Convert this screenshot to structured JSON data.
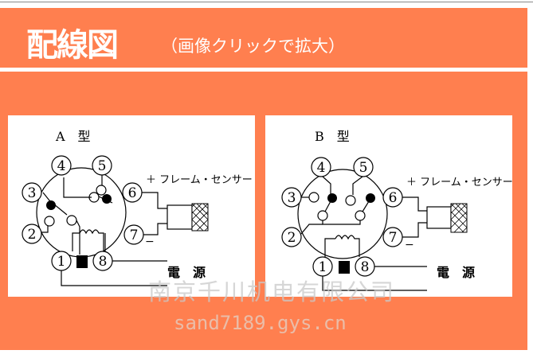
{
  "header": {
    "title": "配線図",
    "subtitle": "（画像クリックで拡大）"
  },
  "diagrams": [
    {
      "type_label": "A　型",
      "pins": [
        "1",
        "2",
        "3",
        "4",
        "5",
        "6",
        "7",
        "8"
      ],
      "sensor_label": "＋ フレーム・センサー",
      "minus": "−",
      "power_label": "電　源"
    },
    {
      "type_label": "B　型",
      "pins": [
        "1",
        "2",
        "3",
        "4",
        "5",
        "6",
        "7",
        "8"
      ],
      "sensor_label": "＋ フレーム・センサー",
      "minus": "−",
      "power_label": "電　源"
    }
  ],
  "watermark": {
    "company": "南京千川机电有限公司",
    "site": "sand7189.gys.cn"
  },
  "colors": {
    "accent": "#ff7f4f"
  }
}
